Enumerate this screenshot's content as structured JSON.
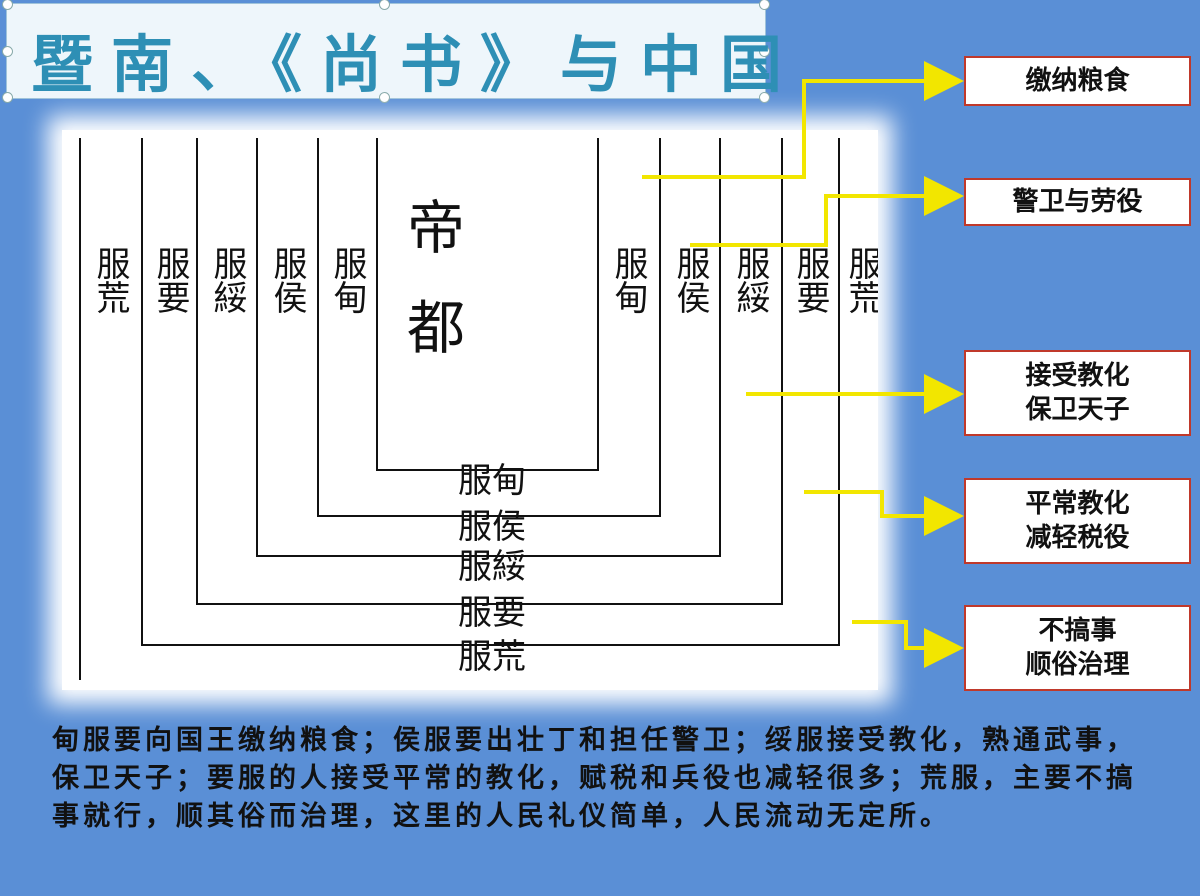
{
  "title": "暨南、《尚书》与中国",
  "diagram": {
    "center": [
      "帝",
      "都"
    ],
    "zones": [
      "服甸",
      "服侯",
      "服綏",
      "服要",
      "服荒"
    ]
  },
  "callouts": [
    {
      "lines": [
        "缴纳粮食"
      ]
    },
    {
      "lines": [
        "警卫与劳役"
      ]
    },
    {
      "lines": [
        "接受教化",
        "保卫天子"
      ]
    },
    {
      "lines": [
        "平常教化",
        "减轻税役"
      ]
    },
    {
      "lines": [
        "不搞事",
        "顺俗治理"
      ]
    }
  ],
  "caption": "甸服要向国王缴纳粮食；侯服要出壮丁和担任警卫；绥服接受教化，熟通武事，保卫天子；要服的人接受平常的教化，赋税和兵役也减轻很多；荒服，主要不搞事就行，顺其俗而治理，这里的人民礼仪简单，人民流动无定所。",
  "colors": {
    "background": "#5a8fd6",
    "title": "#2e8fb5",
    "arrow": "#f2e600",
    "callout_border": "#c0392b"
  }
}
